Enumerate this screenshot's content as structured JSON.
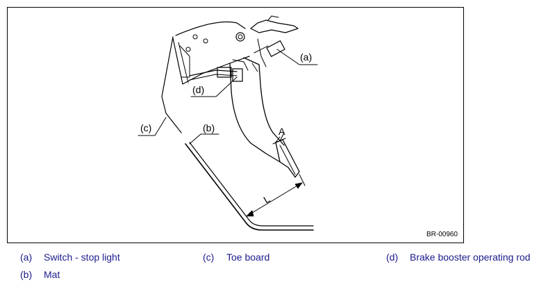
{
  "figure": {
    "id": "BR-00960",
    "labels": {
      "a": "(a)",
      "b": "(b)",
      "c": "(c)",
      "d": "(d)",
      "dim_A": "A",
      "dim_L": "L"
    }
  },
  "legend": [
    {
      "code": "(a)",
      "text": "Switch - stop light"
    },
    {
      "code": "(b)",
      "text": "Mat"
    },
    {
      "code": "(c)",
      "text": "Toe board"
    },
    {
      "code": "(d)",
      "text": "Brake booster operating rod"
    }
  ],
  "colors": {
    "legend_text": "#1a1a8c",
    "line": "#000000"
  }
}
